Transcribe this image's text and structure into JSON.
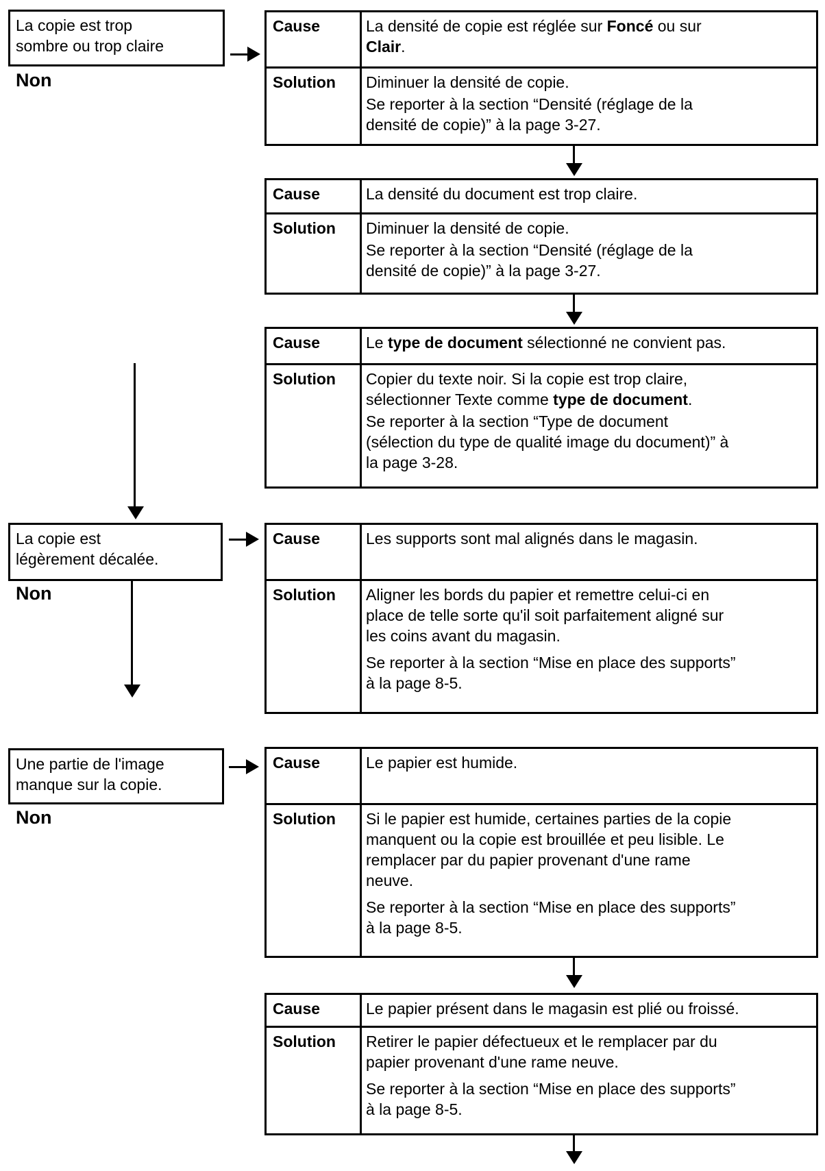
{
  "page": {
    "background": "#ffffff",
    "ink": "#000000"
  },
  "flow_boxes": [
    {
      "label": "La copie est trop\nsombre ou trop claire",
      "no_label": "Non"
    },
    {
      "label": "La copie est\nlégèrement décalée.",
      "no_label": "Non"
    },
    {
      "label": "Une partie de l'image\nmanque sur la copie.",
      "no_label": "Non"
    }
  ],
  "tables": [
    {
      "rows": [
        {
          "header": "Cause",
          "paragraphs": [
            {
              "lines": [
                [
                  {
                    "t": "La densité de copie est réglée sur "
                  },
                  {
                    "t": "Foncé",
                    "b": true
                  },
                  {
                    "t": " ou sur"
                  }
                ],
                [
                  {
                    "t": "Clair",
                    "b": true
                  },
                  {
                    "t": "."
                  }
                ]
              ]
            }
          ]
        },
        {
          "header": "Solution",
          "paragraphs": [
            {
              "lines": [
                [
                  {
                    "t": "Diminuer la densité de copie."
                  }
                ]
              ]
            },
            {
              "lines": [
                [
                  {
                    "t": "Se reporter à la section “Densité (réglage de la"
                  }
                ],
                [
                  {
                    "t": "densité de copie)” à la page 3-27."
                  }
                ]
              ]
            }
          ]
        }
      ]
    },
    {
      "rows": [
        {
          "header": "Cause",
          "paragraphs": [
            {
              "lines": [
                [
                  {
                    "t": "La densité du document est trop claire."
                  }
                ]
              ]
            }
          ]
        },
        {
          "header": "Solution",
          "paragraphs": [
            {
              "lines": [
                [
                  {
                    "t": "Diminuer la densité de copie."
                  }
                ]
              ]
            },
            {
              "lines": [
                [
                  {
                    "t": "Se reporter à la section “Densité (réglage de la"
                  }
                ],
                [
                  {
                    "t": "densité de copie)” à la page 3-27."
                  }
                ]
              ]
            }
          ]
        }
      ]
    },
    {
      "rows": [
        {
          "header": "Cause",
          "paragraphs": [
            {
              "lines": [
                [
                  {
                    "t": "Le "
                  },
                  {
                    "t": "type de document",
                    "b": true
                  },
                  {
                    "t": " sélectionné ne convient pas."
                  }
                ]
              ]
            }
          ]
        },
        {
          "header": "Solution",
          "paragraphs": [
            {
              "lines": [
                [
                  {
                    "t": "Copier du texte noir. Si la copie est trop claire,"
                  }
                ],
                [
                  {
                    "t": "sélectionner Texte comme "
                  },
                  {
                    "t": "type de document",
                    "b": true
                  },
                  {
                    "t": "."
                  }
                ]
              ]
            },
            {
              "lines": [
                [
                  {
                    "t": "Se reporter à la section “Type de document"
                  }
                ],
                [
                  {
                    "t": "(sélection du type de qualité image du document)” à"
                  }
                ],
                [
                  {
                    "t": "la page 3-28."
                  }
                ]
              ]
            }
          ]
        }
      ]
    },
    {
      "rows": [
        {
          "header": "Cause",
          "paragraphs": [
            {
              "lines": [
                [
                  {
                    "t": "Les supports sont mal alignés dans le magasin."
                  }
                ]
              ]
            }
          ]
        },
        {
          "header": "Solution",
          "paragraphs": [
            {
              "lines": [
                [
                  {
                    "t": "Aligner les bords du papier et remettre celui-ci en"
                  }
                ],
                [
                  {
                    "t": "place de telle sorte qu'il soit parfaitement aligné sur"
                  }
                ],
                [
                  {
                    "t": "les coins avant du magasin."
                  }
                ]
              ]
            },
            {
              "lines": [
                [
                  {
                    "t": "Se reporter à la section “Mise en place des supports”"
                  }
                ],
                [
                  {
                    "t": "à la page 8-5."
                  }
                ]
              ]
            }
          ]
        }
      ]
    },
    {
      "rows": [
        {
          "header": "Cause",
          "paragraphs": [
            {
              "lines": [
                [
                  {
                    "t": "Le papier est humide."
                  }
                ]
              ]
            }
          ]
        },
        {
          "header": "Solution",
          "paragraphs": [
            {
              "lines": [
                [
                  {
                    "t": "Si le papier est humide, certaines parties de la copie"
                  }
                ],
                [
                  {
                    "t": "manquent ou la copie est brouillée et peu lisible. Le"
                  }
                ],
                [
                  {
                    "t": "remplacer par du papier provenant d'une rame"
                  }
                ],
                [
                  {
                    "t": "neuve."
                  }
                ]
              ]
            },
            {
              "lines": [
                [
                  {
                    "t": "Se reporter à la section “Mise en place des supports”"
                  }
                ],
                [
                  {
                    "t": "à la page 8-5."
                  }
                ]
              ]
            }
          ]
        }
      ]
    },
    {
      "rows": [
        {
          "header": "Cause",
          "paragraphs": [
            {
              "lines": [
                [
                  {
                    "t": "Le papier présent dans le magasin est plié ou froissé."
                  }
                ]
              ]
            }
          ]
        },
        {
          "header": "Solution",
          "paragraphs": [
            {
              "lines": [
                [
                  {
                    "t": "Retirer le papier défectueux et le remplacer par du"
                  }
                ],
                [
                  {
                    "t": "papier provenant d'une rame neuve."
                  }
                ]
              ]
            },
            {
              "lines": [
                [
                  {
                    "t": "Se reporter à la section “Mise en place des supports”"
                  }
                ],
                [
                  {
                    "t": "à la page 8-5."
                  }
                ]
              ]
            }
          ]
        }
      ]
    }
  ]
}
